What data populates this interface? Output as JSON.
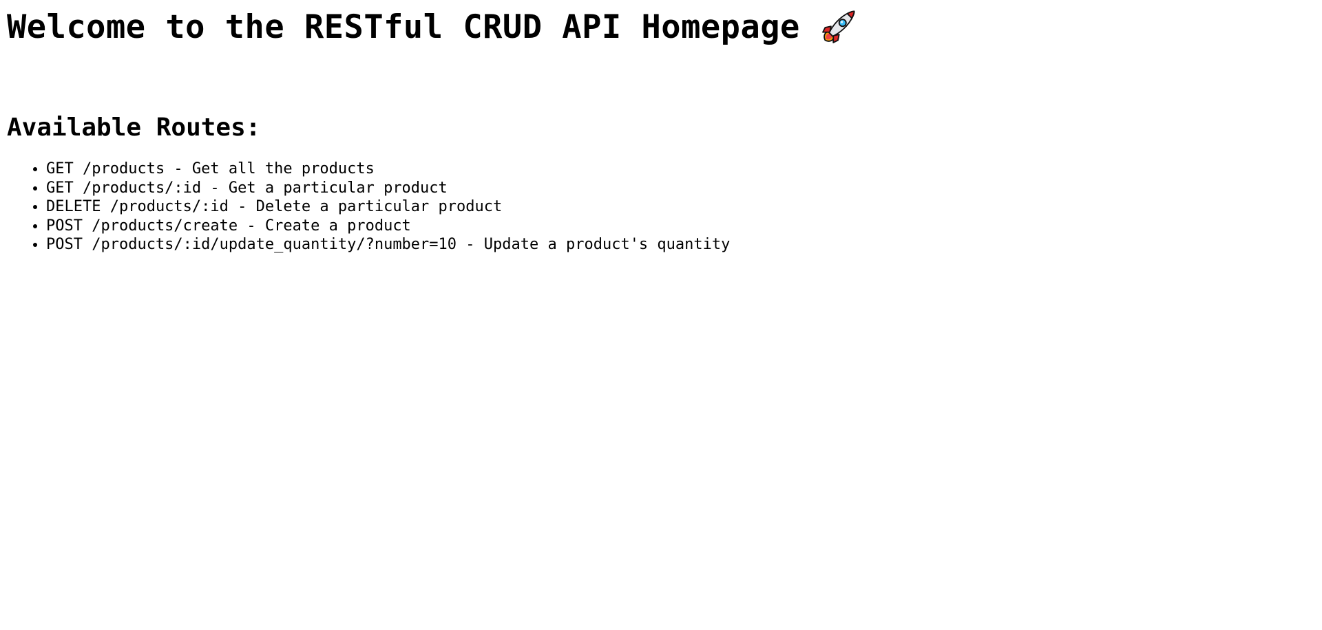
{
  "header": {
    "title": "Welcome to the RESTful CRUD API Homepage",
    "title_icon": "rocket-icon"
  },
  "routes": {
    "heading": "Available Routes:",
    "items": [
      {
        "label": "GET /products - Get all the products"
      },
      {
        "label": "GET /products/:id - Get a particular product"
      },
      {
        "label": "DELETE /products/:id - Delete a particular product"
      },
      {
        "label": "POST /products/create - Create a product"
      },
      {
        "label": "POST /products/:id/update_quantity/?number=10 - Update a product's quantity"
      }
    ]
  }
}
